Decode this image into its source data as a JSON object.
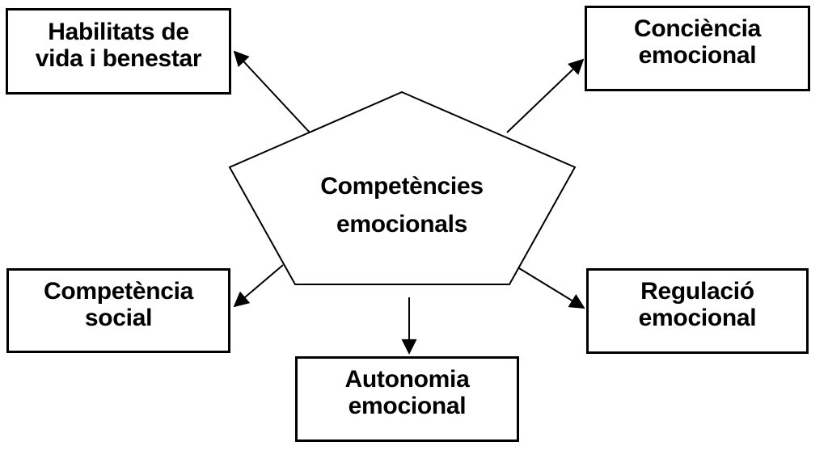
{
  "diagram": {
    "center": {
      "line1": "Competències",
      "line2": "emocionals"
    },
    "nodes": {
      "habilitats": {
        "line1": "Habilitats de",
        "line2": "vida i benestar"
      },
      "conciencia": {
        "line1": "Conciència",
        "line2": "emocional"
      },
      "social": {
        "line1": "Competència",
        "line2": "social"
      },
      "regulacio": {
        "line1": "Regulació",
        "line2": "emocional"
      },
      "autonomia": {
        "line1": "Autonomia",
        "line2": "emocional"
      }
    },
    "edges": [
      {
        "from": "center",
        "to": "habilitats"
      },
      {
        "from": "center",
        "to": "conciencia"
      },
      {
        "from": "center",
        "to": "social"
      },
      {
        "from": "center",
        "to": "regulacio"
      },
      {
        "from": "center",
        "to": "autonomia"
      }
    ],
    "colors": {
      "stroke": "#000000",
      "background": "#ffffff",
      "shadow": "#6e6e6e"
    }
  }
}
